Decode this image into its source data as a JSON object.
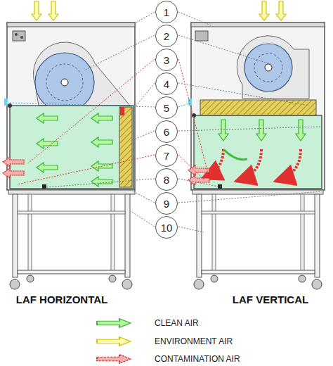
{
  "diagram": {
    "nodes": [
      {
        "text": [
          "1"
        ]
      },
      {
        "text": [
          "2"
        ]
      },
      {
        "text": [
          "3"
        ]
      },
      {
        "text": [
          "4"
        ]
      },
      {
        "text": [
          "5"
        ]
      },
      {
        "text": [
          "6"
        ]
      },
      {
        "text": [
          "7"
        ]
      },
      {
        "text": [
          "8"
        ]
      },
      {
        "text": [
          "9"
        ]
      },
      {
        "text": [
          "10"
        ]
      }
    ],
    "labels": [
      "LAF HORIZONTAL",
      "LAF VERTICAL"
    ],
    "legend": [
      {
        "text": "CLEAN AIR"
      },
      {
        "text": "ENVIRONMENT AIR"
      },
      {
        "text": "CONTAMINATION AIR"
      }
    ]
  }
}
